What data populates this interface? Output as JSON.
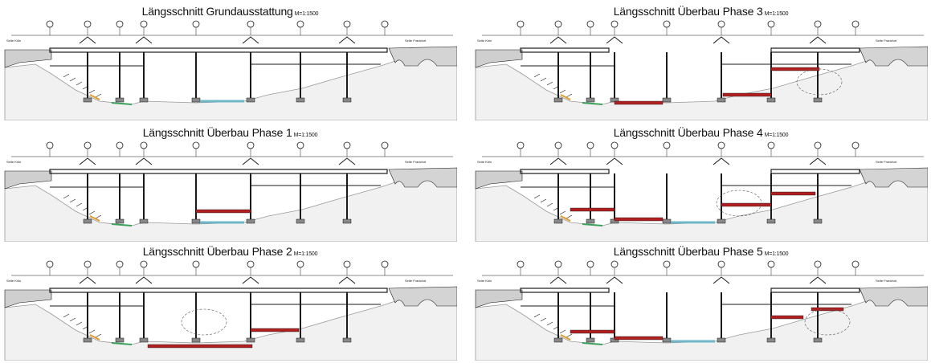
{
  "panels": [
    {
      "title": "Längsschnitt Grundausstattung",
      "scale": "M=1:1500"
    },
    {
      "title": "Längsschnitt Überbau Phase 1",
      "scale": "M=1:1500"
    },
    {
      "title": "Längsschnitt Überbau Phase 2",
      "scale": "M=1:1500"
    },
    {
      "title": "Längsschnitt Überbau Phase 3",
      "scale": "M=1:1500"
    },
    {
      "title": "Längsschnitt Überbau Phase 4",
      "scale": "M=1:1500"
    },
    {
      "title": "Längsschnitt Überbau Phase 5",
      "scale": "M=1:1500"
    }
  ],
  "labels": {
    "side_left": "Seite Köln",
    "side_right": "Seite Frankfurt"
  },
  "colors": {
    "line": "#1a1a1a",
    "girder_new": "#b02020",
    "water": "#6fb7c8",
    "vegetation": "#3aa05a",
    "slope_accent": "#e39a2c",
    "terrain": "#9a9a9a"
  }
}
